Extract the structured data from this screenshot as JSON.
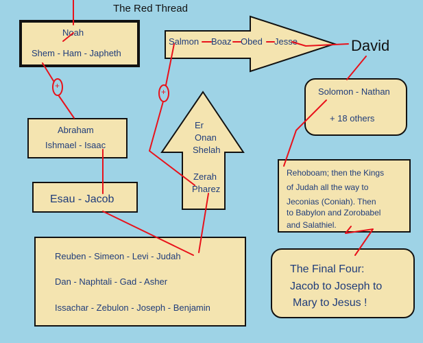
{
  "title": "The Red Thread",
  "noah": {
    "name": "Noah",
    "sons": "Shem - Ham - Japheth"
  },
  "abraham": {
    "name": "Abraham",
    "sons": "Ishmael - Isaac"
  },
  "esau_jacob": "Esau - Jacob",
  "tribes": {
    "row1": "Reuben - Simeon - Levi - Judah",
    "row2": "Dan - Naphtali - Gad - Asher",
    "row3": "Issachar - Zebulon - Joseph - Benjamin"
  },
  "judah_sons": [
    "Er",
    "Onan",
    "Shelah",
    "Zerah",
    "Pharez"
  ],
  "line_to_david": [
    "Salmon",
    "Boaz",
    "Obed",
    "Jesse"
  ],
  "separator": "-",
  "david": "David",
  "solomon": {
    "names": "Solomon - Nathan",
    "others": "+ 18 others"
  },
  "kings": [
    "Rehoboam; then the Kings",
    "of Judah all the way to",
    "Jeconias (Coniah).  Then",
    "to Babylon and Zorobabel",
    "and Salathiel."
  ],
  "final": [
    "The Final Four:",
    "Jacob to Joseph to",
    "Mary to Jesus !"
  ],
  "plus_symbol": "+",
  "thread_color": "#e8111a"
}
